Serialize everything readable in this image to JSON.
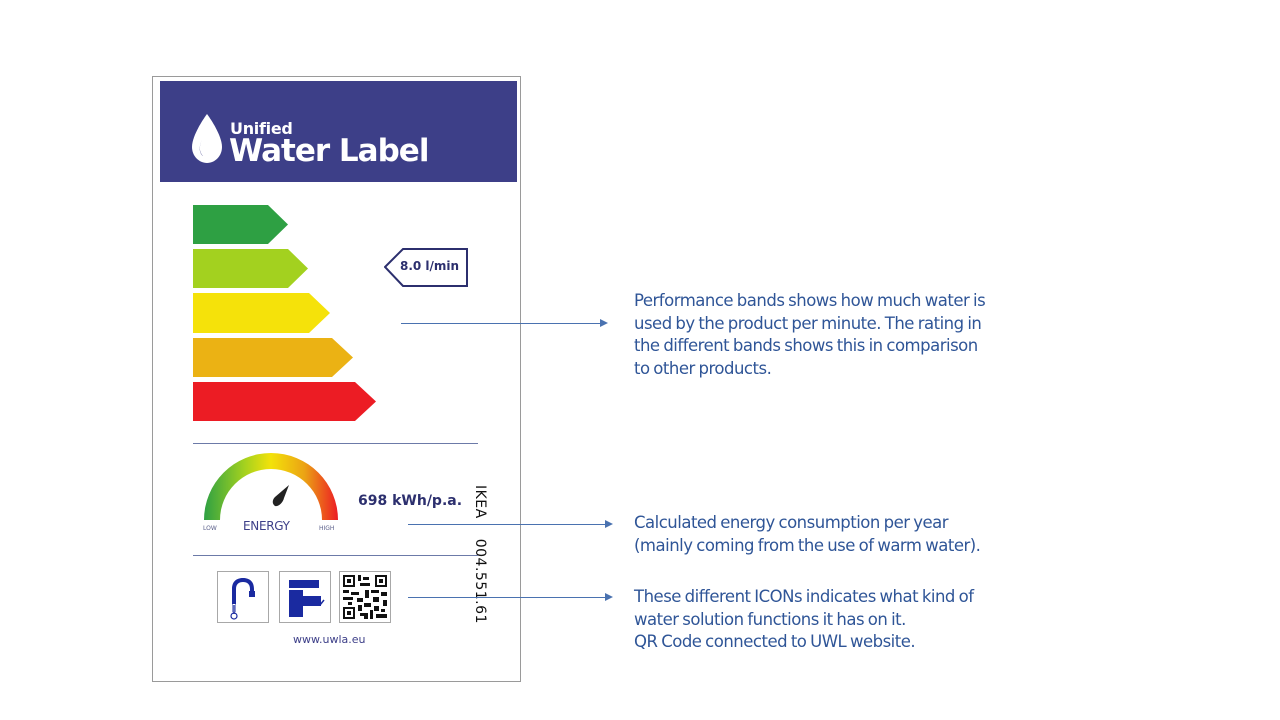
{
  "label": {
    "header": {
      "brand_small": "Unified",
      "brand_big": "Water Label",
      "background_color": "#3d3f88"
    },
    "bands": [
      {
        "color": "#2ea043",
        "rank": 1
      },
      {
        "color": "#a3d11f",
        "rank": 2
      },
      {
        "color": "#f5e20a",
        "rank": 3
      },
      {
        "color": "#ebb214",
        "rank": 4
      },
      {
        "color": "#ec1c24",
        "rank": 5
      }
    ],
    "flow_rate": "8.0 l/min",
    "energy": {
      "low_label": "LOW",
      "title": "ENERGY",
      "high_label": "HIGH",
      "value": "698 kWh/p.a."
    },
    "side_text": {
      "brand": "IKEA",
      "article_number": "004.551.61"
    },
    "icons": [
      "hot-cold-tap-icon",
      "basin-mixer-icon",
      "qr-code-icon"
    ],
    "url": "www.uwla.eu"
  },
  "annotations": [
    {
      "lines": [
        "Performance bands shows how much water is",
        "used by the product per minute. The rating in",
        "the different bands shows this in comparison",
        "to other products."
      ]
    },
    {
      "lines": [
        "Calculated energy consumption per year",
        "(mainly coming from the use of warm water)."
      ]
    },
    {
      "lines": [
        "These different ICONs indicates what kind of",
        "water solution functions it has on it.",
        "QR Code connected to UWL website."
      ]
    }
  ]
}
